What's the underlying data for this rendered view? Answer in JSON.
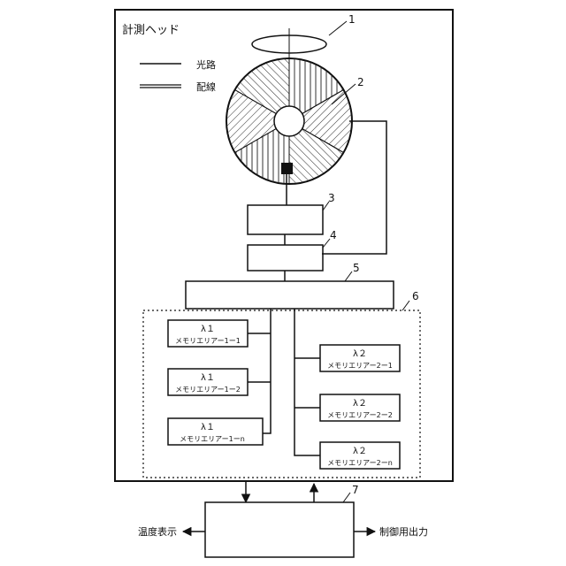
{
  "head": {
    "title": "計測ヘッド"
  },
  "legend": [
    {
      "line": "solid",
      "label": "光路"
    },
    {
      "line": "double",
      "label": "配線"
    }
  ],
  "refs": [
    "1",
    "2",
    "3",
    "4",
    "5",
    "6",
    "7"
  ],
  "memory_left": [
    {
      "wavelength": "λ１",
      "label": "メモリエリアー1ー1"
    },
    {
      "wavelength": "λ１",
      "label": "メモリエリアー1ー2"
    },
    {
      "wavelength": "λ１",
      "label": "メモリエリアー1ーn"
    }
  ],
  "memory_right": [
    {
      "wavelength": "λ２",
      "label": "メモリエリアー2ー1"
    },
    {
      "wavelength": "λ２",
      "label": "メモリエリアー2ー2"
    },
    {
      "wavelength": "λ２",
      "label": "メモリエリアー2ーn"
    }
  ],
  "outputs": {
    "left": "温度表示",
    "right": "制御用出力"
  }
}
